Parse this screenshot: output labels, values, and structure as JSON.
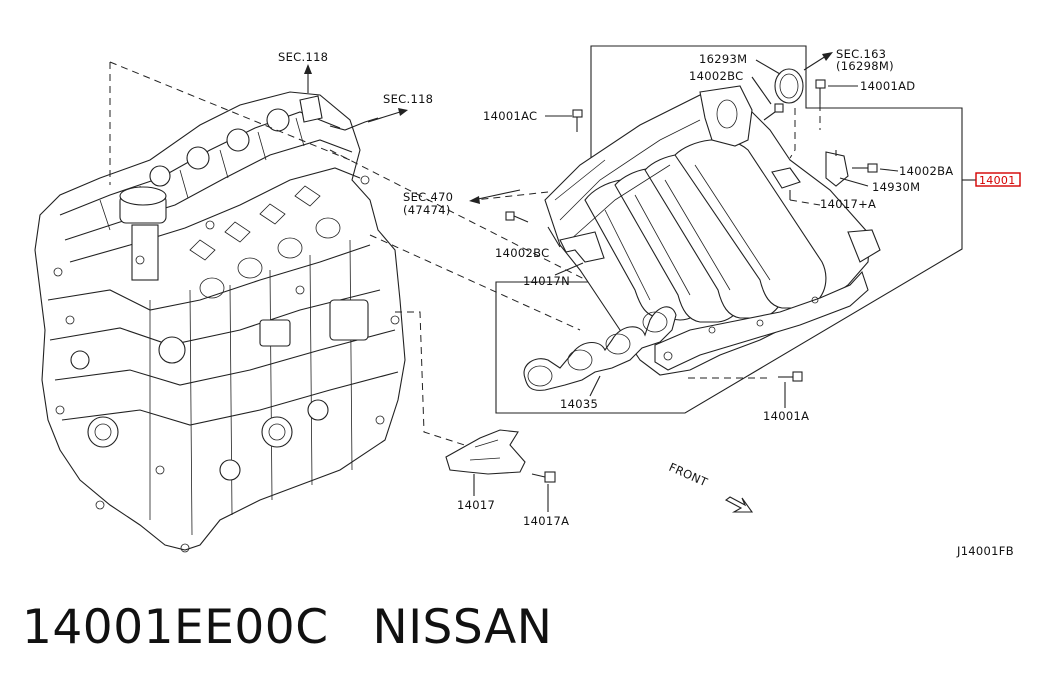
{
  "diagram": {
    "code": "J14001FB",
    "highlight_label": "14001",
    "highlight_color": "#d40000",
    "labels": {
      "sec118_top": "SEC.118",
      "sec118_right": "SEC.118",
      "sec470": "SEC.470",
      "sec470_sub": "(47474)",
      "sec163": "SEC.163",
      "sec163_sub": "(16298M)",
      "p16293M": "16293M",
      "p14002BC_top": "14002BC",
      "p14001AC": "14001AC",
      "p14001AD": "14001AD",
      "p14002BA": "14002BA",
      "p14930M": "14930M",
      "p14017A_plus": "14017+A",
      "p14002BC_low": "14002BC",
      "p14017N": "14017N",
      "p14035": "14035",
      "p14001A": "14001A",
      "p14017": "14017",
      "p14017A": "14017A",
      "front": "FRONT"
    }
  },
  "footer": {
    "part_number": "14001EE00C",
    "brand": "NISSAN"
  }
}
